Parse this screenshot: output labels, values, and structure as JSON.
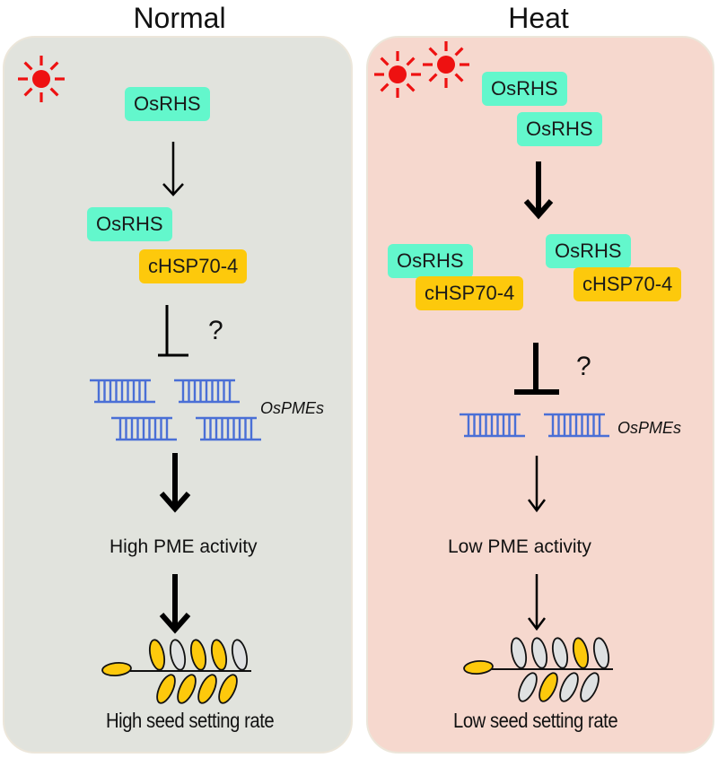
{
  "colors": {
    "normal_bg": "#e1e3dd",
    "heat_bg": "#f6d8ce",
    "osrhs": "#63f7cc",
    "chsp": "#fdc90c",
    "sun": "#ee1111",
    "gene": "#4a6fd6",
    "grain_filled": "#fdc90c",
    "grain_empty": "#dfe1e2"
  },
  "panels": {
    "normal": {
      "title": "Normal",
      "sun_count": 1,
      "protein1": "OsRHS",
      "complex": {
        "a": "OsRHS",
        "b": "cHSP70-4"
      },
      "question": "?",
      "genes_label": "OsPMEs",
      "gene_count": 4,
      "activity": "High PME activity",
      "outcome": "High seed setting rate",
      "spike": {
        "tip": "filled",
        "top": [
          "filled",
          "empty",
          "filled",
          "filled",
          "empty"
        ],
        "bottom": [
          "filled",
          "filled",
          "filled",
          "filled"
        ]
      }
    },
    "heat": {
      "title": "Heat",
      "sun_count": 2,
      "protein1": "OsRHS",
      "protein2": "OsRHS",
      "complex1": {
        "a": "OsRHS",
        "b": "cHSP70-4"
      },
      "complex2": {
        "a": "OsRHS",
        "b": "cHSP70-4"
      },
      "question": "?",
      "genes_label": "OsPMEs",
      "gene_count": 2,
      "activity": "Low PME activity",
      "outcome": "Low seed setting rate",
      "spike": {
        "tip": "filled",
        "top": [
          "empty",
          "empty",
          "empty",
          "filled",
          "empty"
        ],
        "bottom": [
          "empty",
          "filled",
          "empty",
          "empty"
        ]
      }
    }
  }
}
